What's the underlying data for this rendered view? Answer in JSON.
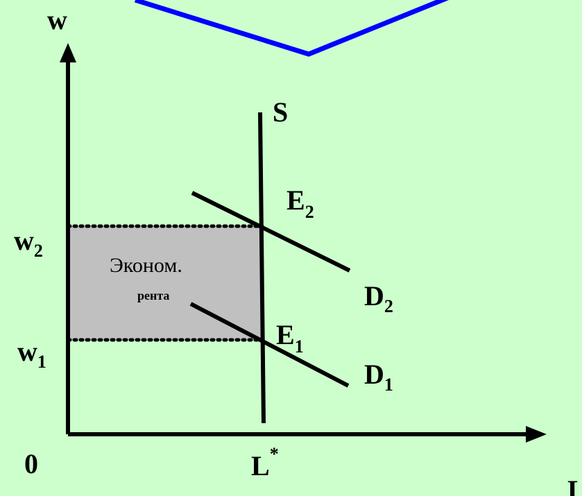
{
  "colors": {
    "background": "#ccffcc",
    "rent_area": "#c0c0c0",
    "decoration": "#0000ff",
    "lines": "#000000"
  },
  "axes": {
    "y_label": "w",
    "x_label": "L",
    "origin": "0"
  },
  "ticks": {
    "w2_main": "w",
    "w2_sub": "2",
    "w1_main": "w",
    "w1_sub": "1",
    "lstar_main": "L",
    "lstar_sup": "*"
  },
  "curves": {
    "supply": "S",
    "d2_main": "D",
    "d2_sub": "2",
    "d1_main": "D",
    "d1_sub": "1"
  },
  "points": {
    "e2_main": "E",
    "e2_sub": "2",
    "e1_main": "E",
    "e1_sub": "1"
  },
  "rent": {
    "title": "Эконом.",
    "subtitle": "рента"
  }
}
